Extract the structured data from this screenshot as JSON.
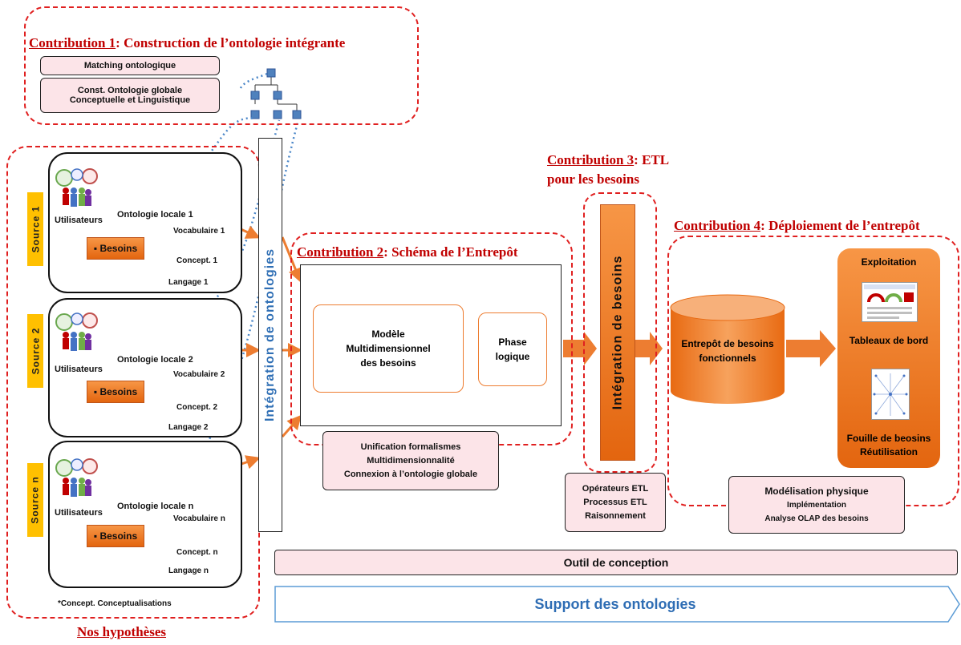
{
  "contribution1": {
    "num": "Contribution 1",
    "title": ": Construction de l’ontologie intégrante",
    "items": [
      "Matching ontologique",
      "Const. Ontologie globale",
      "Conceptuelle et Linguistique"
    ]
  },
  "contribution2": {
    "num": "Contribution 2",
    "title": ": Schéma de l’Entrepôt",
    "model": [
      "Modèle",
      "Multidimensionnel",
      "des besoins"
    ],
    "phase": [
      "Phase",
      "logique"
    ],
    "notes": [
      "Unification formalismes",
      "Multidimensionnalité",
      "Connexion à l’ontologie globale"
    ]
  },
  "contribution3": {
    "num": "Contribution 3",
    "title_line1": ": ETL",
    "title_line2": "pour les besoins",
    "bar": "Intégration de besoins",
    "notes": [
      "Opérateurs ETL",
      "Processus ETL",
      "Raisonnement"
    ]
  },
  "contribution4": {
    "num": "Contribution 4",
    "title": ": Déploiement de l’entrepôt",
    "warehouse": [
      "Entrepôt de besoins",
      "fonctionnels"
    ],
    "exploitation": "Exploitation",
    "tableaux": "Tableaux de bord",
    "fouille": "Fouille de beosins",
    "reutilisation": "Réutilisation",
    "notes": [
      "Modélisation physique",
      "Implémentation",
      "Analyse OLAP des besoins"
    ]
  },
  "integration_ontologies": "Intégration de ontologies",
  "sources": [
    {
      "label": "Source 1",
      "users": "Utilisateurs",
      "ontology": "Ontologie locale   1",
      "besoins": "Besoins",
      "vocab": "Vocabulaire 1",
      "concept": "Concept.  1",
      "langage": "Langage 1"
    },
    {
      "label": "Source 2",
      "users": "Utilisateurs",
      "ontology": "Ontologie locale 2",
      "besoins": "Besoins",
      "vocab": "Vocabulaire 2",
      "concept": "Concept. 2",
      "langage": "Langage 2"
    },
    {
      "label": "Source n",
      "users": "Utilisateurs",
      "ontology": "Ontologie locale  n",
      "besoins": "Besoins",
      "vocab": "Vocabulaire n",
      "concept": "Concept.  n",
      "langage": "Langage n"
    }
  ],
  "footnote": "*Concept.  Conceptualisations",
  "hypotheses": "Nos hypothèses",
  "outil": "Outil de conception",
  "support": "Support des ontologies",
  "colors": {
    "red": "#e02020",
    "orange": "#ed7d31",
    "pink": "#fce4e8",
    "yellow": "#ffc000",
    "blue": "#4472c4"
  }
}
